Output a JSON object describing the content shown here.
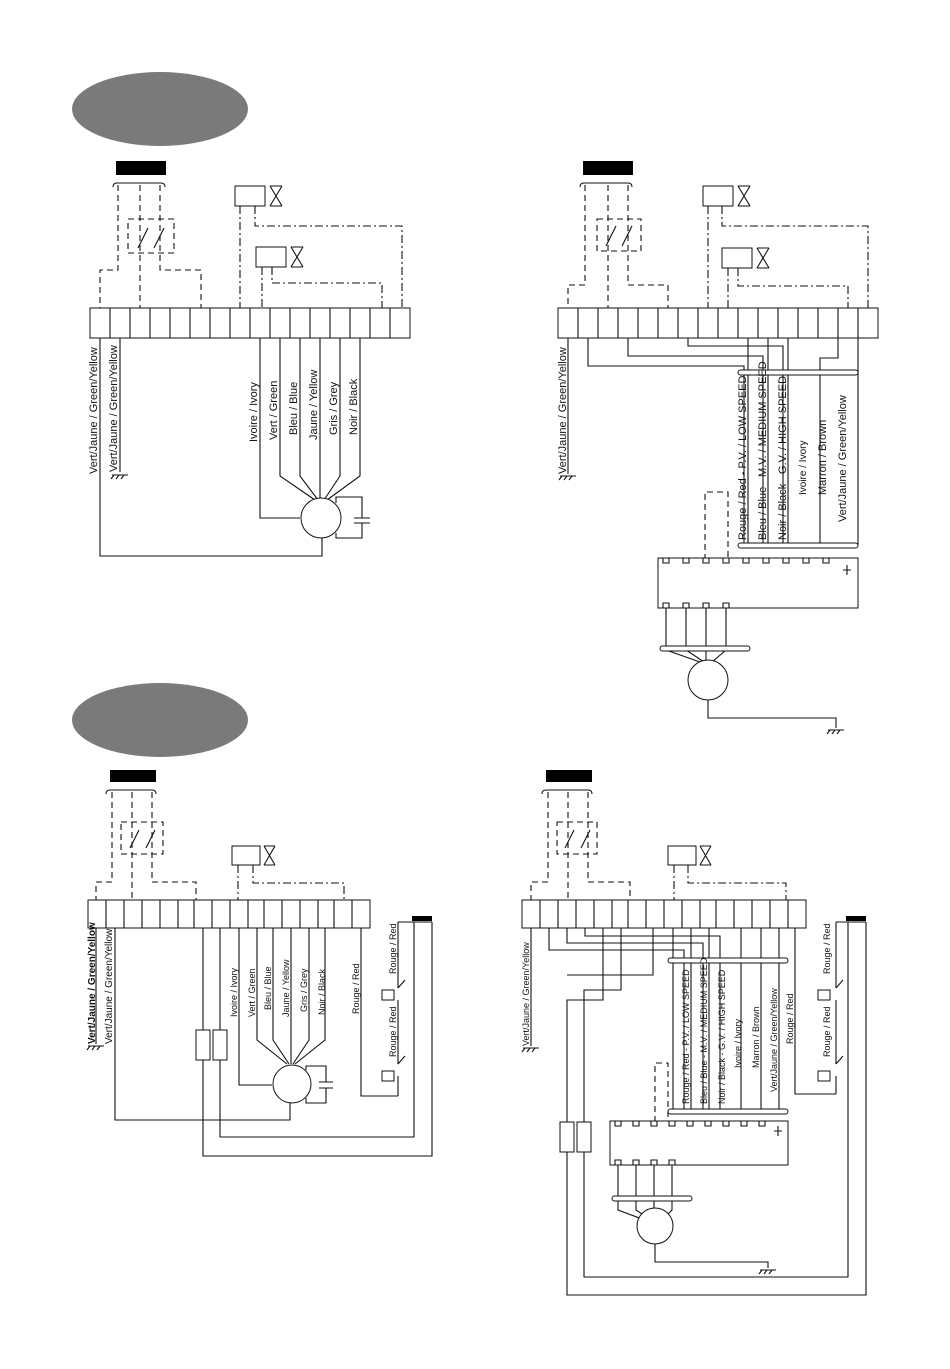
{
  "diagrams": {
    "d1": {
      "earth_labels": [
        "Vert/Jaune / Green/Yellow",
        "Vert/Jaune / Green/Yellow"
      ],
      "motor_wires": [
        "Ivoire / Ivory",
        "Vert / Green",
        "Bleu / Blue",
        "Jaune / Yellow",
        "Gris / Grey",
        "Noir / Black"
      ]
    },
    "d2": {
      "earth_label": "Vert/Jaune / Green/Yellow",
      "cable_wires": [
        "Rouge / Red - P.V. / LOW SPEED",
        "Bleu / Blue - M.V. / MEDIUM SPEED",
        "Noir / Black - G.V. / HIGH SPEED",
        "Ivoire / Ivory",
        "Marron / Brown",
        "Vert/Jaune / Green/Yellow"
      ]
    },
    "d3": {
      "earth_labels": [
        "Vert/Jaune / Green/Yellow",
        "Vert/Jaune / Green/Yellow"
      ],
      "motor_wires": [
        "Ivoire / Ivory",
        "Vert / Green",
        "Bleu / Blue",
        "Jaune / Yellow",
        "Gris / Grey",
        "Noir / Black"
      ],
      "red_wire": "Rouge / Red",
      "switch_labels": [
        "Rouge / Red",
        "Rouge / Red"
      ]
    },
    "d4": {
      "earth_label": "Vert/Jaune / Green/Yellow",
      "cable_wires": [
        "Rouge / Red - P.V. / LOW SPEED",
        "Bleu / Blue - M.V. / MEDIUM SPEED",
        "Noir / Black - G.V. / HIGH SPEED",
        "Ivoire / Ivory",
        "Marron / Brown",
        "Vert/Jaune / Green/Yellow"
      ],
      "red_wire": "Rouge / Red",
      "switch_labels": [
        "Rouge / Red",
        "Rouge / Red"
      ]
    }
  }
}
